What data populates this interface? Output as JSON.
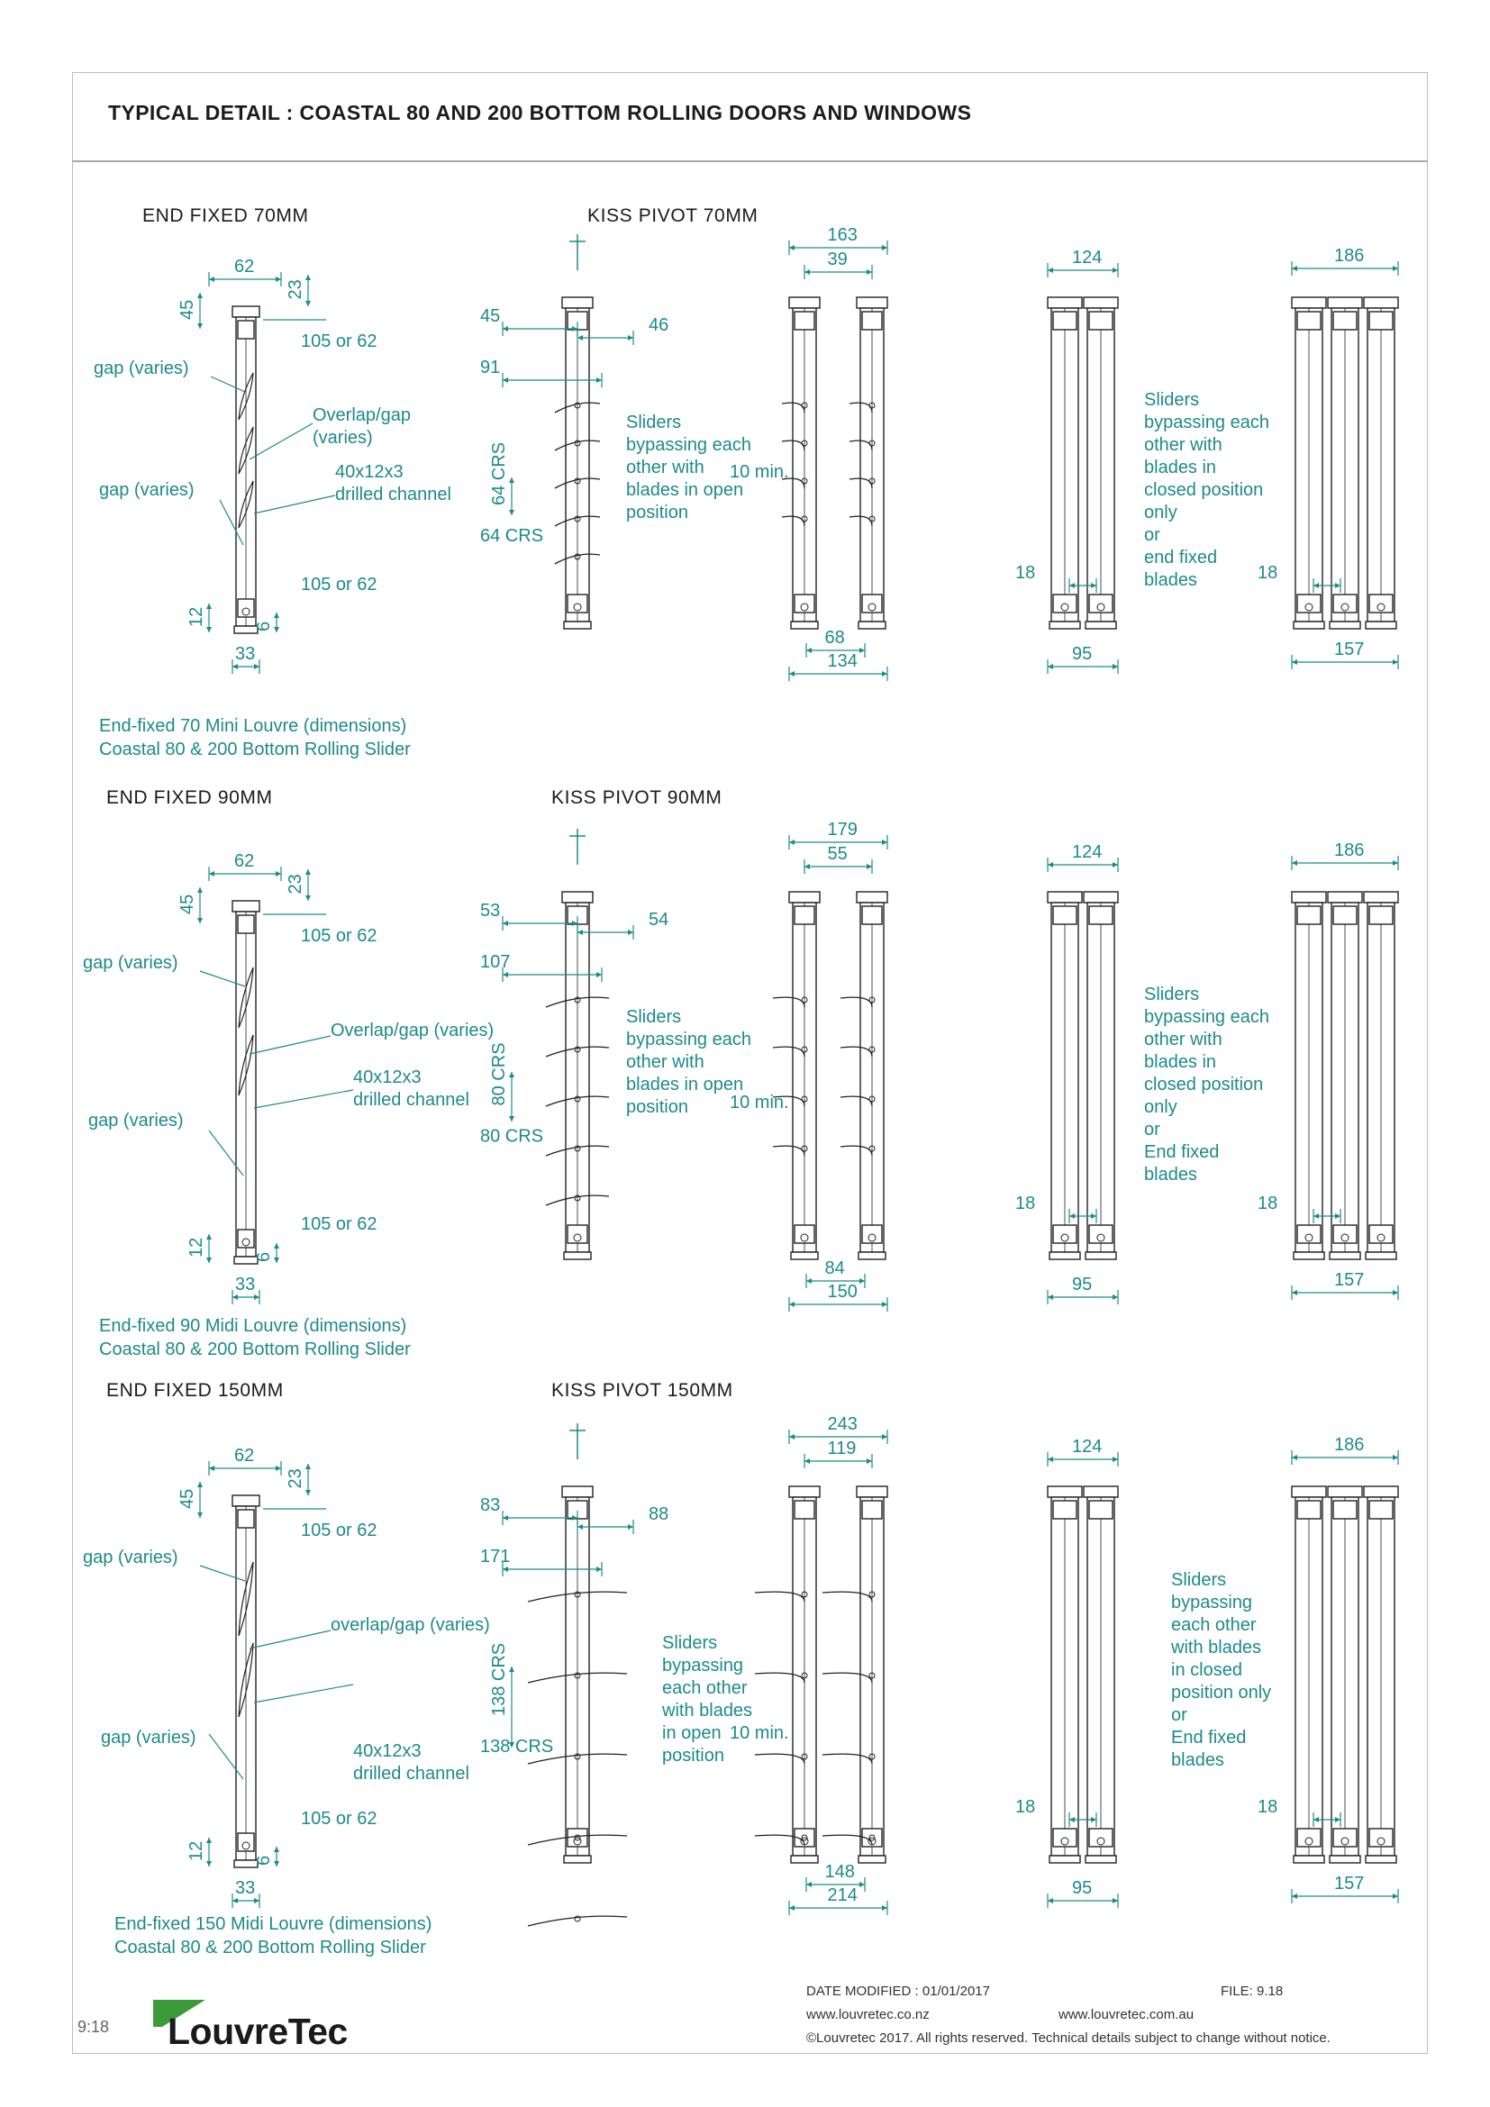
{
  "header": {
    "title": "TYPICAL DETAIL : COASTAL 80 AND 200 BOTTOM ROLLING DOORS AND WINDOWS"
  },
  "rows": [
    {
      "end_title": "END FIXED 70MM",
      "kiss_title": "KISS PIVOT 70MM",
      "caption": [
        "End-fixed 70 Mini Louvre (dimensions)",
        "Coastal 80 & 200 Bottom Rolling Slider"
      ],
      "end_dims": {
        "width": "62",
        "top_gap": "23",
        "head": "45",
        "upper": "105 or 62",
        "lower": "105 or 62",
        "bottom": "12",
        "sill": "6",
        "base": "33"
      },
      "end_notes": {
        "gap_top": "gap (varies)",
        "overlap": [
          "Overlap/gap",
          "(varies)"
        ],
        "channel": [
          "40x12x3",
          "drilled channel"
        ],
        "gap_bottom": "gap (varies)"
      },
      "kiss_dims": {
        "left": "45",
        "right": "46",
        "reach": "91",
        "crs": "64 CRS"
      },
      "open_note": [
        "Sliders",
        "bypassing each",
        "other with",
        "blades in open",
        "position"
      ],
      "pair_dims": {
        "top": "163",
        "inner": "39",
        "min": "10 min.",
        "mid": "68",
        "bottom": "134"
      },
      "closed_note": [
        "Sliders",
        "bypassing each",
        "other with",
        "blades in",
        "closed position",
        "only",
        "or",
        "end fixed",
        "blades"
      ],
      "two_dims": {
        "top": "124",
        "gap": "18",
        "bottom": "95"
      },
      "three_dims": {
        "top": "186",
        "gap": "18",
        "bottom": "157"
      }
    },
    {
      "end_title": "END FIXED 90MM",
      "kiss_title": "KISS PIVOT 90MM",
      "caption": [
        "End-fixed 90 Midi Louvre (dimensions)",
        "Coastal 80 & 200 Bottom Rolling Slider"
      ],
      "end_dims": {
        "width": "62",
        "top_gap": "23",
        "head": "45",
        "upper": "105 or 62",
        "lower": "105 or 62",
        "bottom": "12",
        "sill": "6",
        "base": "33"
      },
      "end_notes": {
        "gap_top": "gap (varies)",
        "overlap": [
          "Overlap/gap (varies)"
        ],
        "channel": [
          "40x12x3",
          "drilled channel"
        ],
        "gap_bottom": "gap (varies)"
      },
      "kiss_dims": {
        "left": "53",
        "right": "54",
        "reach": "107",
        "crs": "80 CRS"
      },
      "open_note": [
        "Sliders",
        "bypassing each",
        "other with",
        "blades in open",
        "position"
      ],
      "pair_dims": {
        "top": "179",
        "inner": "55",
        "min": "10 min.",
        "mid": "84",
        "bottom": "150"
      },
      "closed_note": [
        "Sliders",
        "bypassing each",
        "other with",
        "blades in",
        "closed position",
        "only",
        "or",
        "End fixed",
        "blades"
      ],
      "two_dims": {
        "top": "124",
        "gap": "18",
        "bottom": "95"
      },
      "three_dims": {
        "top": "186",
        "gap": "18",
        "bottom": "157"
      }
    },
    {
      "end_title": "END FIXED 150MM",
      "kiss_title": "KISS PIVOT 150MM",
      "caption": [
        "End-fixed 150 Midi Louvre (dimensions)",
        "Coastal 80 & 200 Bottom Rolling Slider"
      ],
      "end_dims": {
        "width": "62",
        "top_gap": "23",
        "head": "45",
        "upper": "105 or 62",
        "lower": "105 or 62",
        "bottom": "12",
        "sill": "6",
        "base": "33"
      },
      "end_notes": {
        "gap_top": "gap (varies)",
        "overlap": [
          "overlap/gap (varies)"
        ],
        "channel": [
          "40x12x3",
          "drilled channel"
        ],
        "gap_bottom": "gap (varies)"
      },
      "kiss_dims": {
        "left": "83",
        "right": "88",
        "reach": "171",
        "crs": "138 CRS"
      },
      "open_note": [
        "Sliders",
        "bypassing",
        "each other",
        "with blades",
        "in open",
        "position"
      ],
      "pair_dims": {
        "top": "243",
        "inner": "119",
        "min": "10 min.",
        "mid": "148",
        "bottom": "214"
      },
      "closed_note": [
        "Sliders",
        "bypassing",
        "each other",
        "with blades",
        "in closed",
        "position only",
        "or",
        "End fixed",
        "blades"
      ],
      "two_dims": {
        "top": "124",
        "gap": "18",
        "bottom": "95"
      },
      "three_dims": {
        "top": "186",
        "gap": "18",
        "bottom": "157"
      }
    }
  ],
  "footer": {
    "date_modified": "DATE MODIFIED : 01/01/2017",
    "file": "FILE: 9.18",
    "web_nz": "www.louvretec.co.nz",
    "web_au": "www.louvretec.com.au",
    "copyright": "©Louvretec 2017. All rights reserved. Technical details subject to change without notice.",
    "page": "9:18",
    "logo": "LouvreTec"
  },
  "colors": {
    "annotation": "#1e8a8a",
    "line": "#222222",
    "logo_green": "#3d9a3a"
  }
}
